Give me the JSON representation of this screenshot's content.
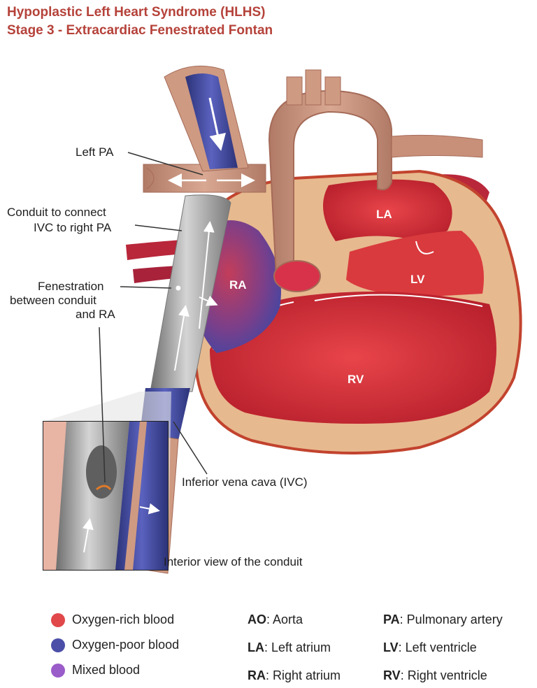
{
  "title": {
    "line1": "Hypoplastic Left Heart Syndrome (HLHS)",
    "line2": "Stage 3 - Extracardiac Fenestrated Fontan"
  },
  "labels": {
    "left_pa": "Left PA",
    "conduit_1": "Conduit to connect",
    "conduit_2": "IVC to right PA",
    "fenestration_1": "Fenestration",
    "fenestration_2": "between conduit",
    "fenestration_3": "and RA",
    "ivc": "Inferior vena cava (IVC)",
    "interior_view": "Interior view of the conduit"
  },
  "chambers": {
    "la": "LA",
    "lv": "LV",
    "ra": "RA",
    "rv": "RV"
  },
  "legend": {
    "blood": [
      {
        "label": "Oxygen-rich blood",
        "color": "#e0484a"
      },
      {
        "label": "Oxygen-poor blood",
        "color": "#4b4fa8"
      },
      {
        "label": "Mixed blood",
        "color": "#9a5cc9"
      }
    ],
    "abbreviations": [
      {
        "abbr": "AO",
        "meaning": ": Aorta"
      },
      {
        "abbr": "PA",
        "meaning": ": Pulmonary artery"
      },
      {
        "abbr": "LA",
        "meaning": ": Left atrium"
      },
      {
        "abbr": "LV",
        "meaning": ": Left ventricle"
      },
      {
        "abbr": "RA",
        "meaning": ": Right atrium"
      },
      {
        "abbr": "RV",
        "meaning": ": Right ventricle"
      }
    ]
  },
  "colors": {
    "title": "#b5423a",
    "heart_wall": "#e7b98f",
    "heart_outline": "#c2432e",
    "oxygen_rich": "#d8323a",
    "oxygen_poor": "#3f48a0",
    "vessel_tan": "#cf9a82",
    "conduit_gray": "#9a9a9a"
  }
}
